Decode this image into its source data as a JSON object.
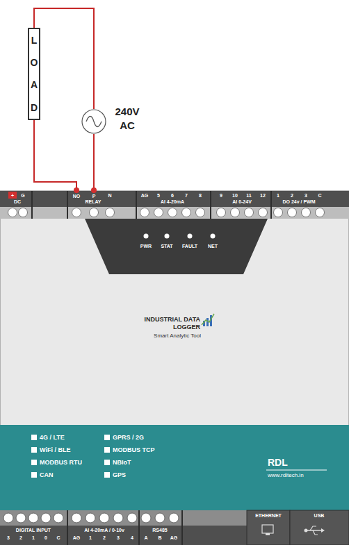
{
  "diagram": {
    "nodes": [
      {
        "text": [
          "LOAD"
        ]
      },
      {
        "text": [
          "240V AC"
        ]
      },
      {
        "text": [
          "INDUSTRIAL DATA LOGGER",
          "Smart Analytic Tool"
        ]
      },
      {
        "text": [
          "NO"
        ],
        "in": 2
      },
      {
        "text": [
          "P"
        ],
        "in": 2
      }
    ],
    "edges": [
      {
        "from": 0,
        "to": 1,
        "arrow": "none"
      },
      {
        "from": 1,
        "to": 4,
        "arrow": "none"
      },
      {
        "from": 0,
        "to": 3,
        "arrow": "none"
      }
    ],
    "labels": [
      "+",
      "G",
      "DC",
      "N",
      "RELAY",
      "AG",
      "5",
      "6",
      "7",
      "8",
      "AI 4-20mA",
      "9",
      "10",
      "11",
      "12",
      "AI 0-24V",
      "1",
      "2",
      "3",
      "C",
      "DO 24v / PWM",
      "PWR",
      "STAT",
      "FAULT",
      "NET",
      "4G / LTE",
      "GPRS / 2G",
      "WiFi / BLE",
      "MODBUS TCP",
      "MODBUS RTU",
      "NBIoT",
      "CAN",
      "GPS",
      "RDL",
      "www.rdltech.in",
      "DIGITAL INPUT",
      "3",
      "2",
      "1",
      "0",
      "C",
      "AI 4-20mA / 0-10v",
      "AG",
      "1",
      "2",
      "3",
      "4",
      "RS485",
      "A",
      "B",
      "AG",
      "ETHERNET",
      "USB"
    ]
  }
}
